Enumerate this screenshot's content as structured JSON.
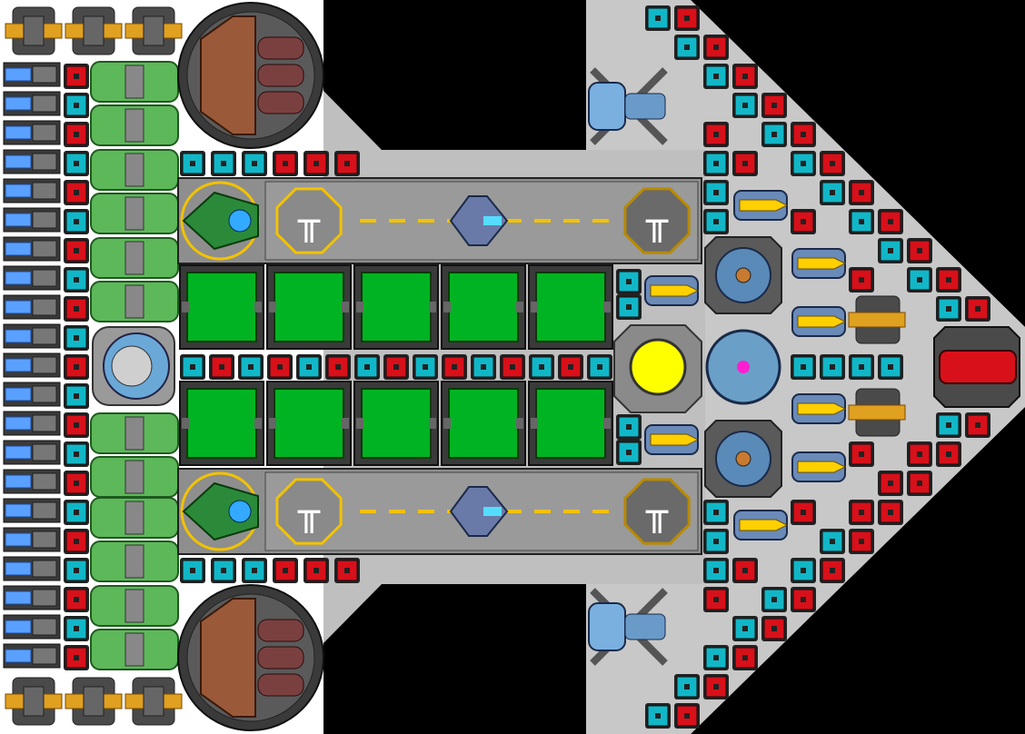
{
  "scene": {
    "type": "starship-design-view",
    "background": "#000000",
    "hull_color": "#bfbfbf",
    "hull_light": "#f2f2f2",
    "hangar_gray": "#8e8e8e",
    "green_module": "#00b322",
    "yellow_accent": "#f2c200",
    "red_module": "#d8101a",
    "cyan_module": "#11b7c7",
    "magenta_core": "#ff1fd0",
    "hangar_label": "╥",
    "module_groups": [
      "thrusters",
      "fuel-tanks",
      "landing-bays",
      "storage-containers",
      "cannons",
      "missile-launchers",
      "reactor-core",
      "shield-generators",
      "small-fighters",
      "red-cannon-nose"
    ]
  }
}
